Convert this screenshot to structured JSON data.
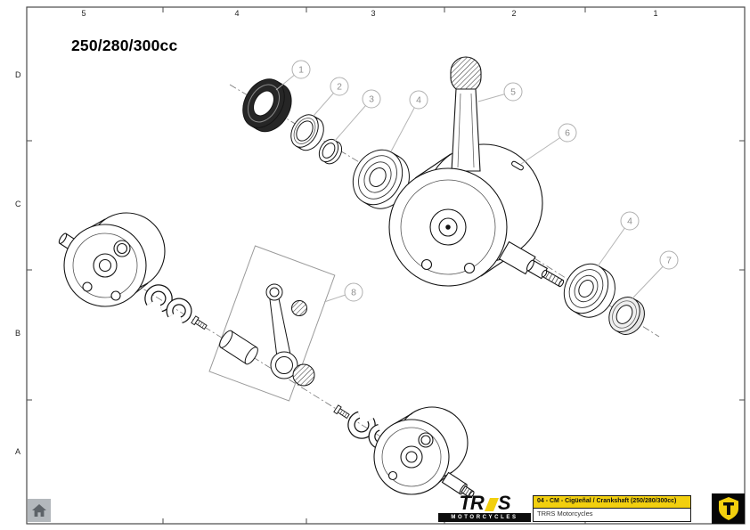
{
  "title": "250/280/300cc",
  "grid": {
    "top": [
      "5",
      "4",
      "3",
      "2",
      "1"
    ],
    "left": [
      "D",
      "C",
      "B",
      "A"
    ]
  },
  "callouts": [
    "1",
    "2",
    "3",
    "4",
    "5",
    "6",
    "4",
    "7",
    "8"
  ],
  "footer": {
    "logo_main": "TR",
    "logo_s": "S",
    "logo_sub": "MOTORCYCLES",
    "doc_title": "04 - CM - Cigüeñal / Crankshaft (250/280/300cc)",
    "company": "TRRS Motorcycles"
  },
  "colors": {
    "accent_yellow": "#f2cf0e",
    "line": "#141414",
    "callout_gray": "#b0b0b0"
  }
}
